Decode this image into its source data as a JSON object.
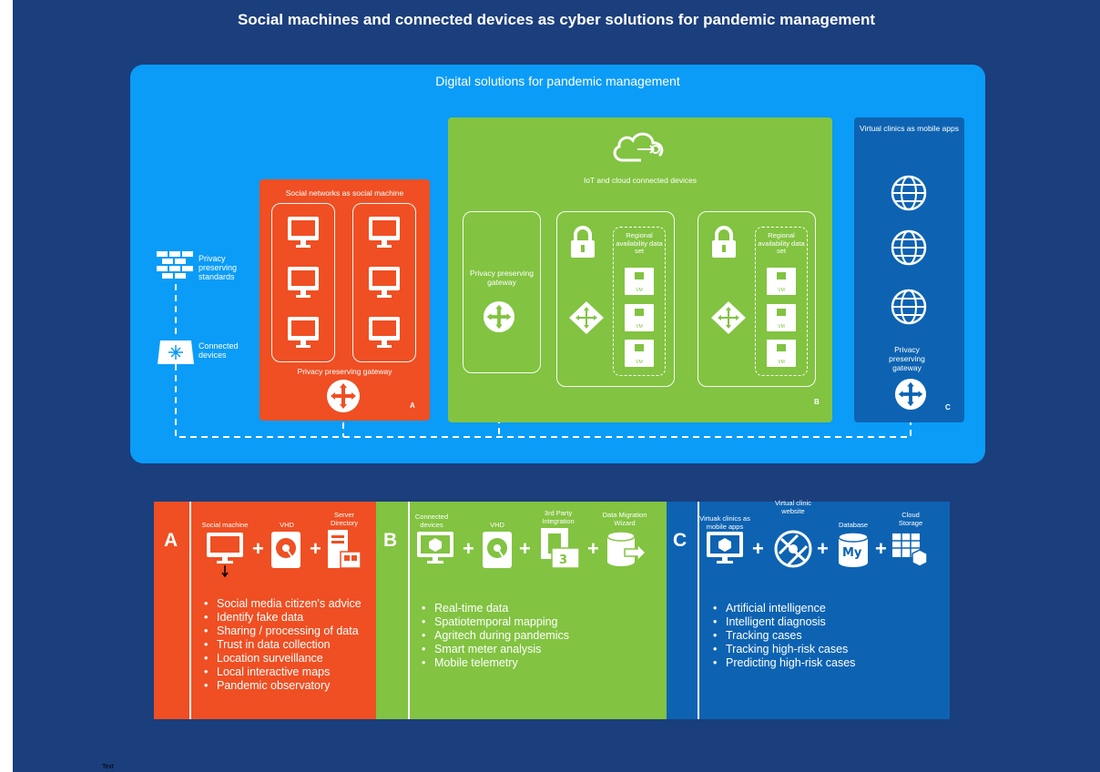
{
  "title": "Social machines and connected devices as cyber solutions for pandemic management",
  "digital_title": "Digital solutions for pandemic management",
  "left": {
    "privacy_standards": "Privacy preserving standards",
    "connected_devices": "Connected devices"
  },
  "panel_a": {
    "title": "Social networks as social machine",
    "gateway": "Privacy preserving gateway",
    "letter": "A"
  },
  "panel_b": {
    "title": "IoT and cloud connected devices",
    "gateway": "Privacy preserving gateway",
    "dataset1": "Regional availability data set",
    "dataset2": "Regional availability data set",
    "vm": "VM",
    "letter": "B"
  },
  "panel_c": {
    "title": "Virtual clinics as mobile apps",
    "gateway": "Privacy preserving gateway",
    "letter": "C"
  },
  "bottom": {
    "a": {
      "letter": "A",
      "icons": [
        "Social machine",
        "VHD",
        "Server Directory"
      ],
      "items": [
        "Social media citizen's advice",
        "Identify fake data",
        "Sharing / processing of data",
        "Trust in data collection",
        "Location surveillance",
        "Local interactive maps",
        "Pandemic observatory"
      ]
    },
    "b": {
      "letter": "B",
      "icons": [
        "Connected devices",
        "VHD",
        "3rd Party Integration",
        "Data Migration Wizard"
      ],
      "items": [
        "Real-time data",
        "Spatiotemporal mapping",
        "Agritech during pandemics",
        "Smart meter analysis",
        "Mobile telemetry"
      ]
    },
    "c": {
      "letter": "C",
      "icons": [
        "Virtuak clinics as mobile apps",
        "Virtual clinic website",
        "Database",
        "Cloud Storage"
      ],
      "items": [
        "Artificial intelligence",
        "Intelligent diagnosis",
        "Tracking cases",
        "Tracking high-risk cases",
        "Predicting high-risk cases"
      ]
    }
  },
  "footer_text": "Text",
  "colors": {
    "navy": "#1b3e7c",
    "blue": "#0a9cf7",
    "red": "#ef4f23",
    "green": "#82c341",
    "darkblue": "#0d63b2"
  }
}
